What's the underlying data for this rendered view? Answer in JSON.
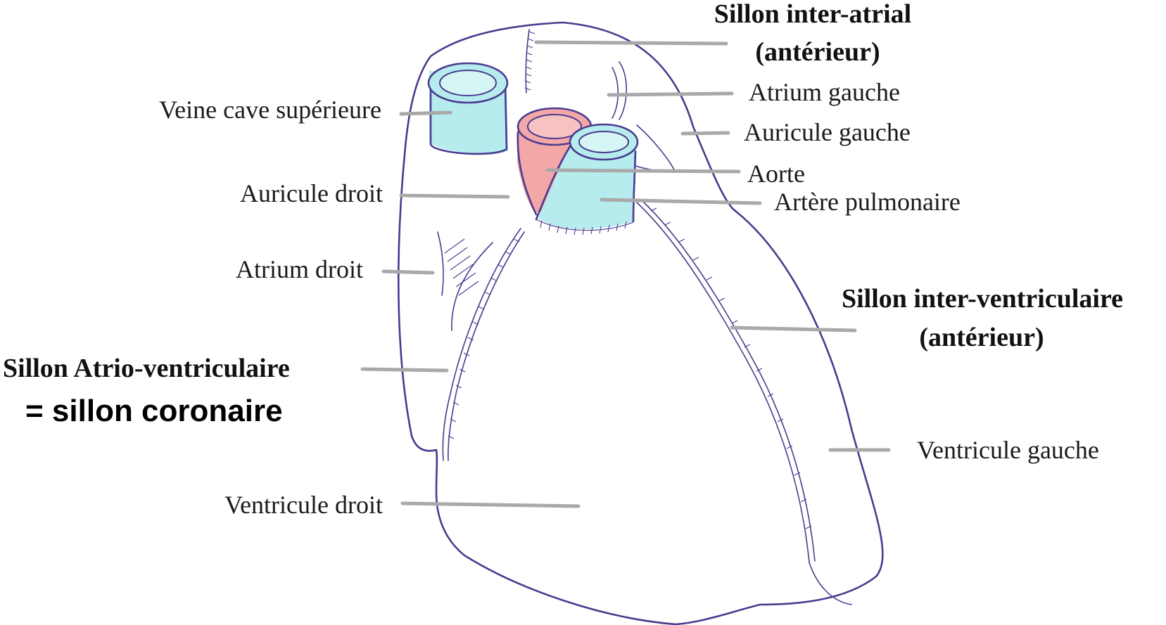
{
  "labels": {
    "sillon_inter_atrial_line1": "Sillon inter-atrial",
    "sillon_inter_atrial_line2": "(antérieur)",
    "atrium_gauche": "Atrium gauche",
    "auricule_gauche": "Auricule gauche",
    "aorte": "Aorte",
    "artere_pulmonaire": "Artère pulmonaire",
    "veine_cave_superieure": "Veine cave supérieure",
    "auricule_droit": "Auricule droit",
    "atrium_droit": "Atrium droit",
    "sillon_inter_ventriculaire_line1": "Sillon inter-ventriculaire",
    "sillon_inter_ventriculaire_line2": "(antérieur)",
    "sillon_atrio_ventriculaire": "Sillon Atrio-ventriculaire",
    "sillon_coronaire": "= sillon coronaire",
    "ventricule_gauche": "Ventricule gauche",
    "ventricule_droit": "Ventricule droit"
  },
  "colors": {
    "outline": "#4a3b8f",
    "veins_blue": "#b6ecee",
    "aorta_red": "#f3a7a7",
    "leader_gray": "#a9a9a9"
  }
}
